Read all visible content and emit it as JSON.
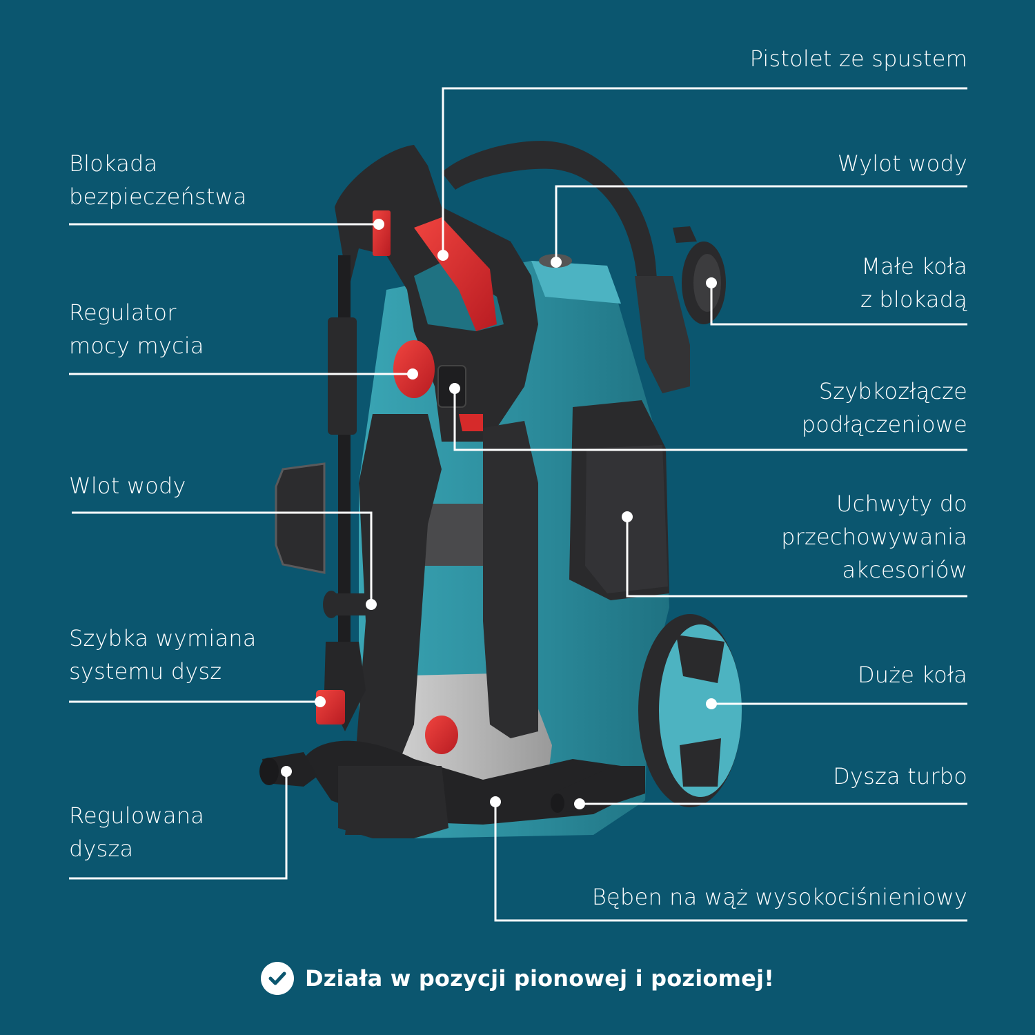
{
  "colors": {
    "background": "#0b566f",
    "line": "#ffffff",
    "body_teal": "#2f96a6",
    "body_teal_light": "#4cb3c2",
    "frame_black": "#2a2a2c",
    "accent_red": "#e0252b"
  },
  "labels": {
    "trigger_gun": [
      "Pistolet ze spustem"
    ],
    "safety_lock": [
      "Blokada",
      "bezpieczeństwa"
    ],
    "water_outlet": [
      "Wylot wody"
    ],
    "small_wheels": [
      "Małe koła",
      "z blokadą"
    ],
    "power_regulator": [
      "Regulator",
      "mocy mycia"
    ],
    "quick_connector": [
      "Szybkozłącze",
      "podłączeniowe"
    ],
    "water_inlet": [
      "Wlot wody"
    ],
    "accessory_holders": [
      "Uchwyty do",
      "przechowywania",
      "akcesoriów"
    ],
    "quick_nozzle_change": [
      "Szybka wymiana",
      "systemu dysz"
    ],
    "large_wheels": [
      "Duże koła"
    ],
    "turbo_nozzle": [
      "Dysza turbo"
    ],
    "adjustable_nozzle": [
      "Regulowana",
      "dysza"
    ],
    "hose_reel": [
      "Bęben na wąż wysokociśnieniowy"
    ]
  },
  "footer": {
    "icon": "check-circle-icon",
    "text": "Działa w pozycji pionowej i poziomej!"
  }
}
